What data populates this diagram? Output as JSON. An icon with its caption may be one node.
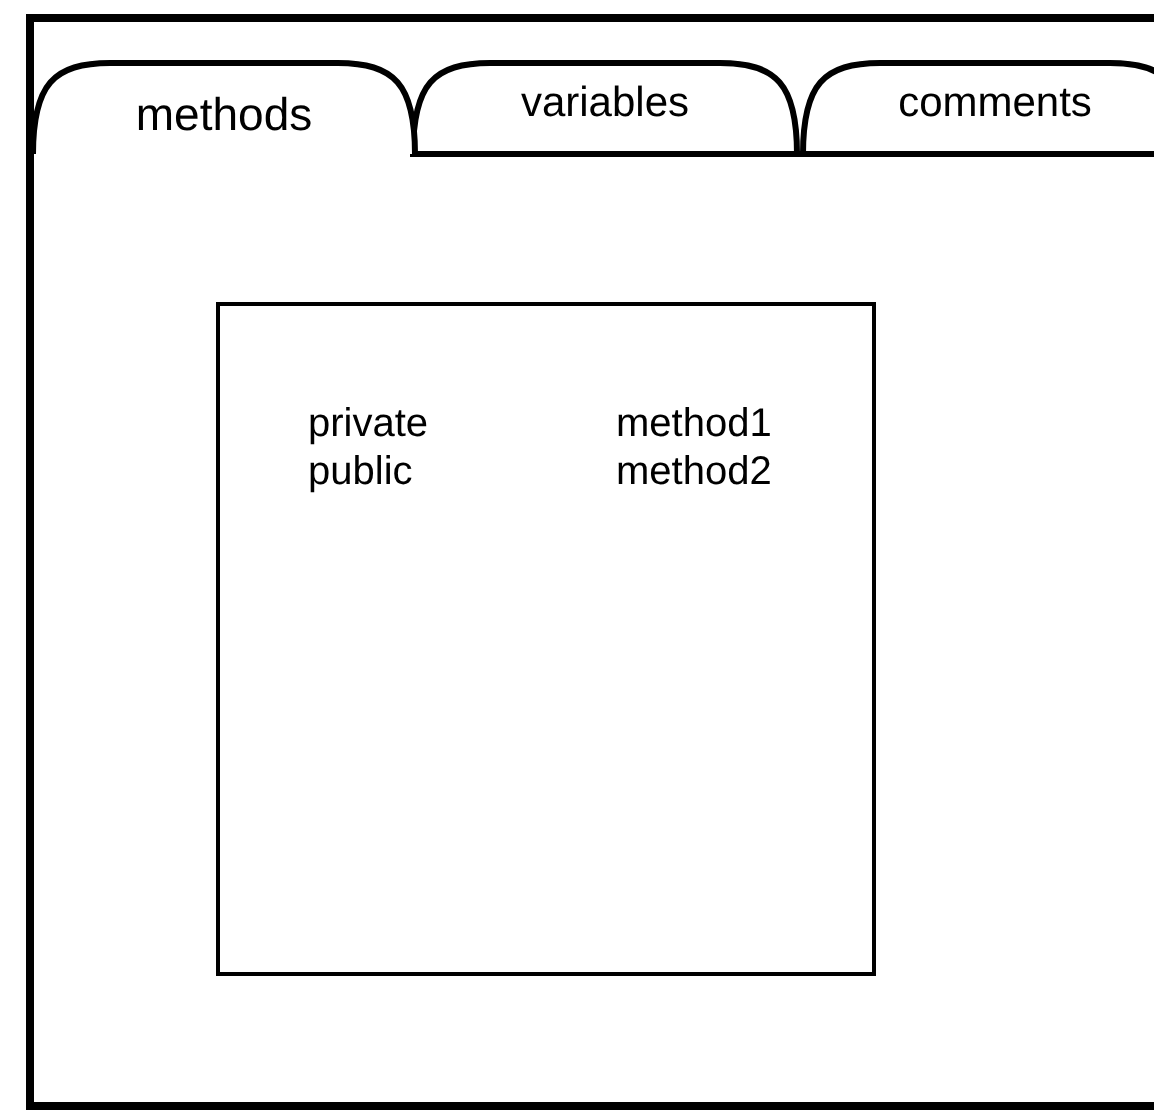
{
  "diagram": {
    "nodes": [
      {
        "text": [],
        "shape": "box"
      },
      {
        "text": [
          "methods"
        ],
        "in": 0
      },
      {
        "text": [
          "variables"
        ],
        "in": 0
      },
      {
        "text": [
          "comments"
        ],
        "in": 0
      },
      {
        "text": [
          "private",
          "method1",
          "public",
          "method2"
        ],
        "in": 0
      }
    ]
  }
}
